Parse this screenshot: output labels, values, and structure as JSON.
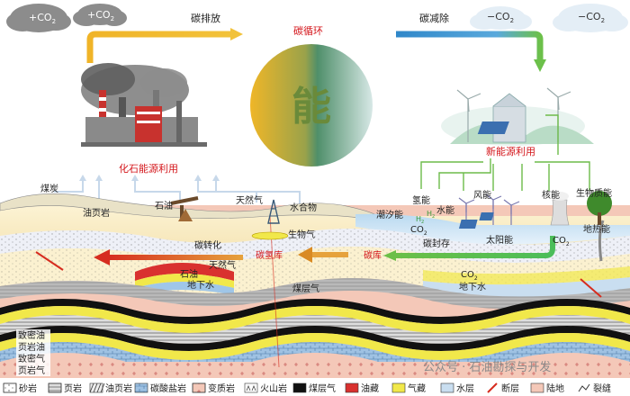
{
  "clouds": {
    "plus1": "+CO",
    "plus2": "+CO",
    "minus1": "−CO",
    "minus2": "−CO",
    "sub": "2"
  },
  "cycle": {
    "carbon_emission": "碳排放",
    "carbon_cycle": "碳循环",
    "carbon_removal": "碳减除",
    "center_char": "能"
  },
  "panels": {
    "fossil": "化石能源利用",
    "new_energy": "新能源利用"
  },
  "labels": {
    "coal": "煤炭",
    "oil_shale": "油页岩",
    "oil": "石油",
    "natural_gas": "天然气",
    "hydrate": "水合物",
    "tidal": "潮汐能",
    "hydrogen": "氢能",
    "water": "水能",
    "wind": "风能",
    "nuclear": "核能",
    "biomass": "生物质能",
    "geothermal": "地热能",
    "solar": "太阳能",
    "co2": "CO",
    "h2": "H",
    "biogas": "生物气",
    "carbon_conversion": "碳转化",
    "hydrogen_storage": "碳氢库",
    "carbon_storage_seq": "碳封存",
    "carbon_store": "碳库",
    "natgas_deep": "天然气",
    "groundwater1": "地下水",
    "groundwater2": "地下水",
    "oil_deep": "石油",
    "cbm": "煤层气",
    "tight_oil": "致密油",
    "shale_oil": "页岩油",
    "tight_gas": "致密气",
    "shale_gas": "页岩气"
  },
  "legend": [
    {
      "label": "砂岩",
      "icon": "sandstone"
    },
    {
      "label": "页岩",
      "icon": "shale"
    },
    {
      "label": "油页岩",
      "icon": "oil-shale"
    },
    {
      "label": "碳酸盐岩",
      "icon": "carbonate"
    },
    {
      "label": "变质岩",
      "icon": "metamorphic"
    },
    {
      "label": "火山岩",
      "icon": "volcanic"
    },
    {
      "label": "煤层气",
      "icon": "coalbed-methane"
    },
    {
      "label": "油藏",
      "icon": "oil-reservoir"
    },
    {
      "label": "气藏",
      "icon": "gas-reservoir"
    },
    {
      "label": "水层",
      "icon": "water-layer"
    },
    {
      "label": "断层",
      "icon": "fault"
    },
    {
      "label": "陆地",
      "icon": "land"
    },
    {
      "label": "裂缝",
      "icon": "fracture"
    }
  ],
  "watermark": "公众号 · 石油勘探与开发",
  "colors": {
    "emission": "#e9b52b",
    "removal": "#5aa9dc",
    "fossil_text": "#d4161b",
    "new_energy_arrow": "#6dbb4a",
    "oil": "#d9312f",
    "gas": "#f1e84a",
    "water": "#c9def0"
  }
}
